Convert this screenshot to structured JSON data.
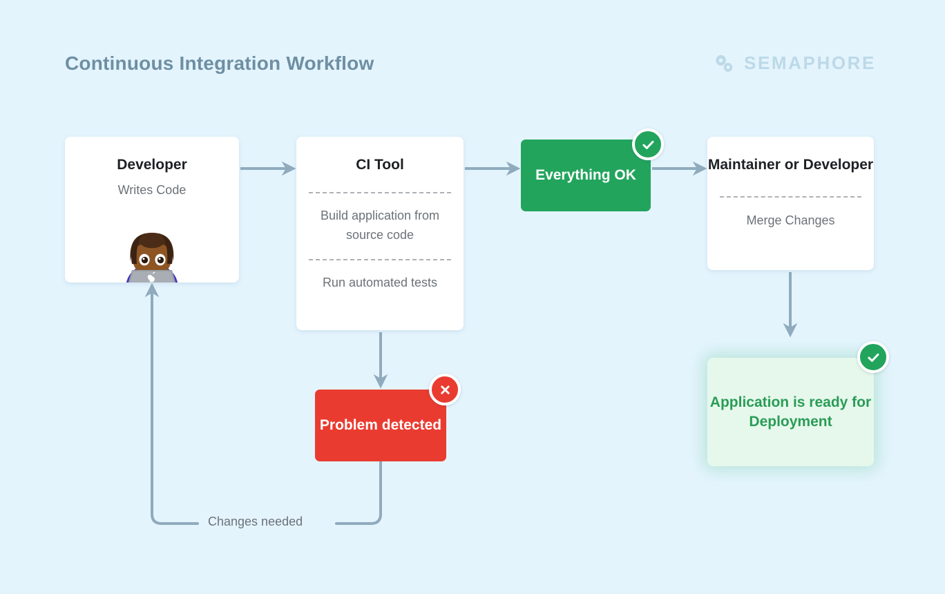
{
  "header": {
    "title": "Continuous Integration Workflow",
    "brand_name": "SEMAPHORE",
    "brand_icon": "gears-icon"
  },
  "colors": {
    "background": "#e4f4fd",
    "title_text": "#6e8fa3",
    "brand_text": "#bcd9e8",
    "connector": "#8fabbd",
    "success_green": "#22a45d",
    "error_red": "#ea3b30",
    "deploy_bg": "#e6f8ec",
    "deploy_text": "#2a9c56",
    "card_bg": "#ffffff",
    "body_text": "#6c7278",
    "heading_text": "#1d2024"
  },
  "nodes": {
    "developer": {
      "title": "Developer",
      "subtitle": "Writes Code",
      "illustration": "woman-technologist-emoji"
    },
    "ci_tool": {
      "title": "CI Tool",
      "steps": [
        "Build application from source code",
        "Run automated tests"
      ]
    },
    "everything_ok": {
      "label": "Everything OK",
      "badge": "check-circle-icon"
    },
    "maintainer": {
      "title": "Maintainer or Developer",
      "subtitle": "Merge Changes"
    },
    "problem_detected": {
      "label": "Problem detected",
      "badge": "x-circle-icon"
    },
    "deployment": {
      "label": "Application is ready for Deployment",
      "badge": "check-circle-icon"
    }
  },
  "edges": {
    "loop_label": "Changes needed"
  }
}
